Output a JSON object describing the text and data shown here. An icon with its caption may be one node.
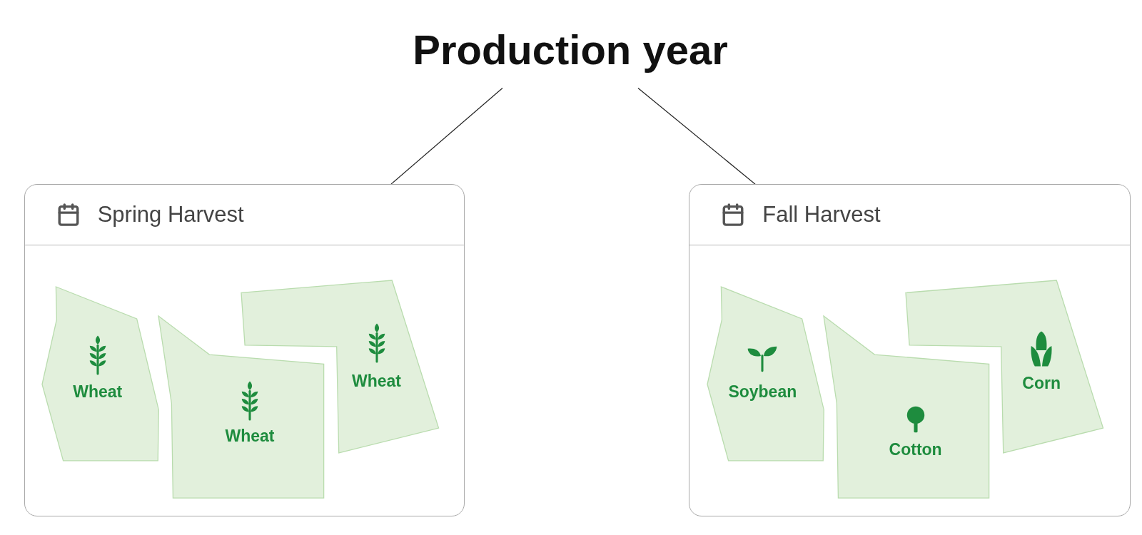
{
  "diagram": {
    "nodes": [
      {
        "text": [
          "Production year"
        ]
      },
      {
        "text": [
          "Spring Harvest"
        ]
      },
      {
        "text": [
          "Wheat"
        ],
        "in": 1
      },
      {
        "text": [
          "Wheat"
        ],
        "in": 1
      },
      {
        "text": [
          "Wheat"
        ],
        "in": 1
      },
      {
        "text": [
          "Fall Harvest"
        ]
      },
      {
        "text": [
          "Soybean"
        ],
        "in": 5
      },
      {
        "text": [
          "Cotton"
        ],
        "in": 5
      },
      {
        "text": [
          "Corn"
        ],
        "in": 5
      }
    ],
    "edges": [
      {
        "from": 0,
        "to": 1,
        "arrow": "none"
      },
      {
        "from": 0,
        "to": 5,
        "arrow": "none"
      }
    ]
  }
}
